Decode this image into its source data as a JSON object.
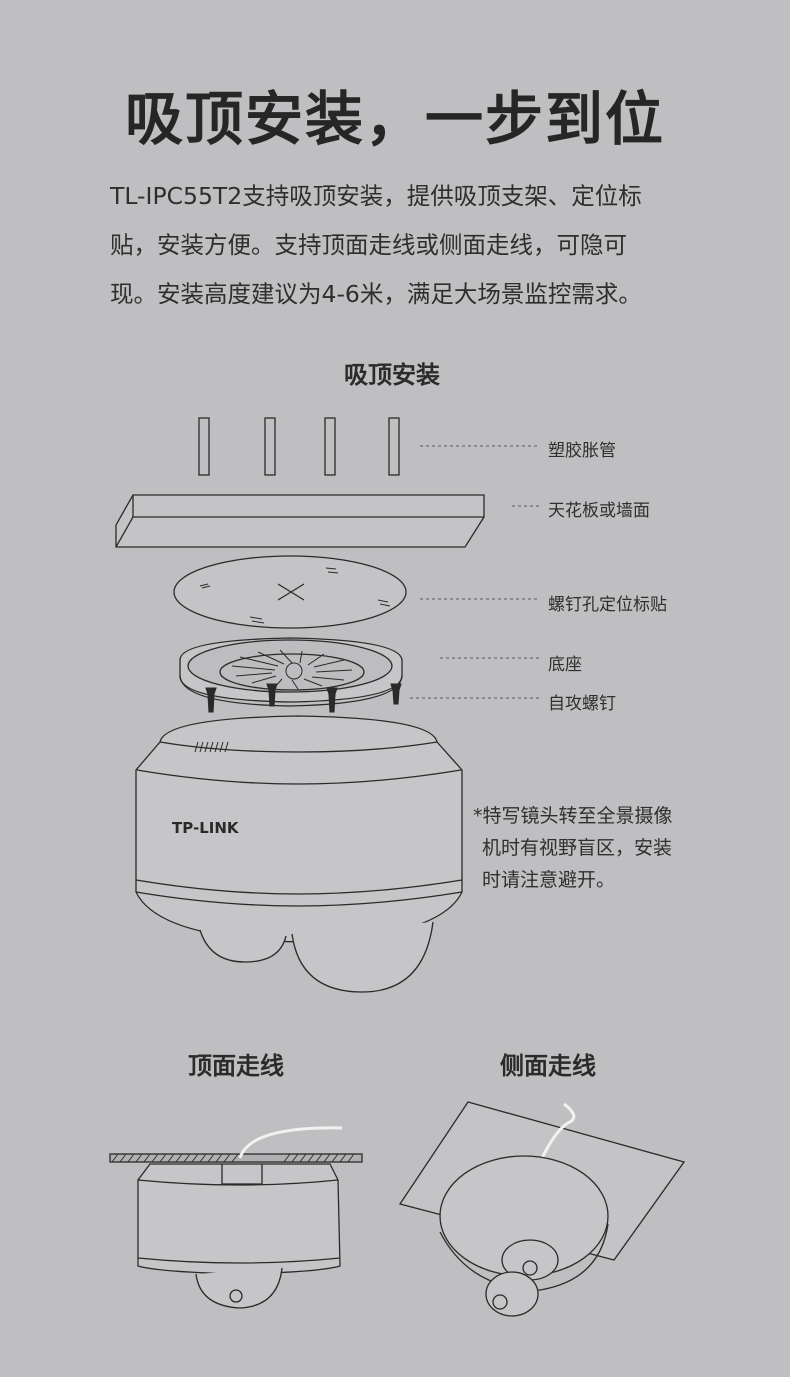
{
  "title": "吸顶安装，一步到位",
  "description": [
    "TL-IPC55T2支持吸顶安装，提供吸顶支架、定位标",
    "贴，安装方便。支持顶面走线或侧面走线，可隐可",
    "现。安装高度建议为4-6米，满足大场景监控需求。"
  ],
  "section_ceiling": "吸顶安装",
  "labels": {
    "anchors": "塑胶胀管",
    "ceiling": "天花板或墙面",
    "sticker": "螺钉孔定位标贴",
    "base": "底座",
    "screws": "自攻螺钉"
  },
  "note": [
    "*特写镜头转至全景摄像",
    "机时有视野盲区，安装",
    "时请注意避开。"
  ],
  "brand": "TP-LINK",
  "section_top_wiring": "顶面走线",
  "section_side_wiring": "侧面走线",
  "colors": {
    "background": "#bfbfc1",
    "line": "#2a2a2a",
    "device": "#c6c6c8"
  }
}
